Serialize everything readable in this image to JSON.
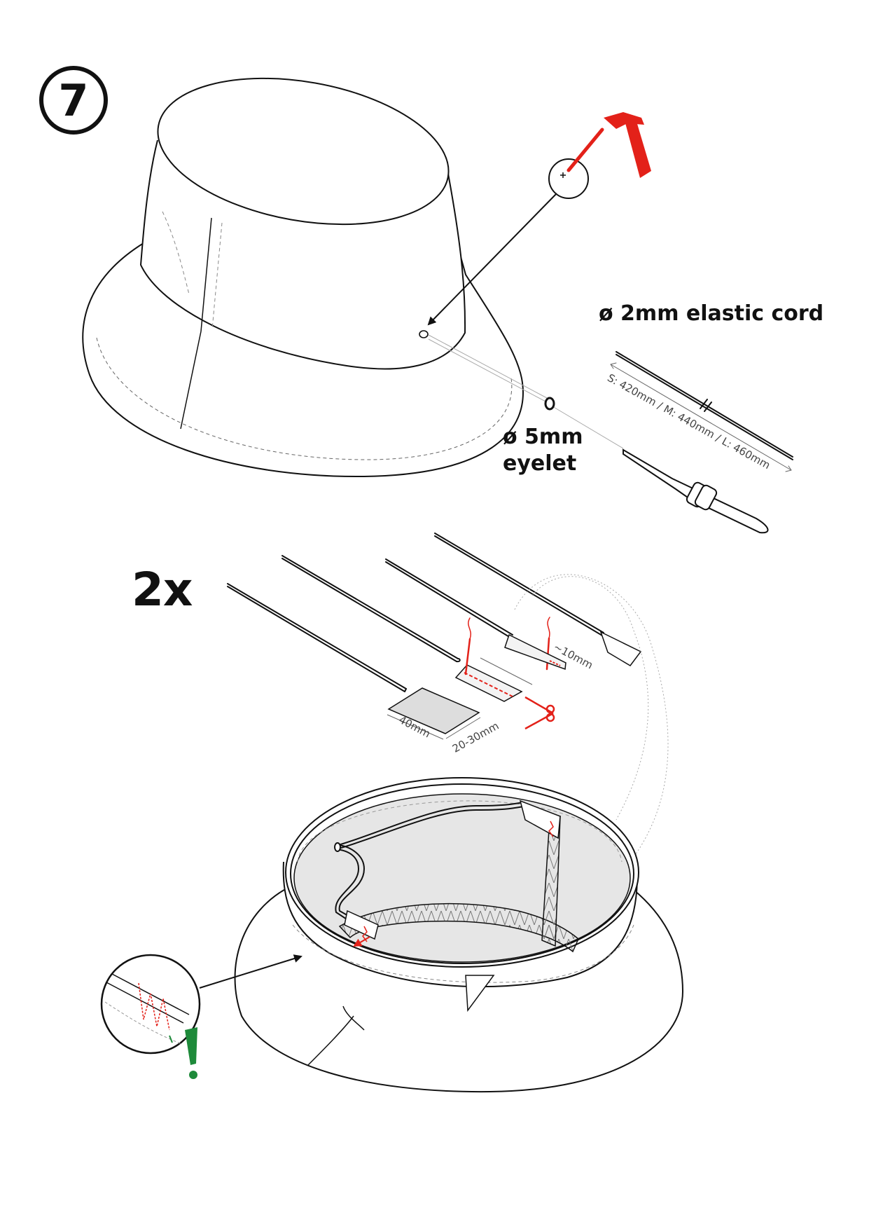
{
  "step": {
    "number": "7"
  },
  "labels": {
    "cord": "ø 2mm elastic cord",
    "cord_length": "S: 420mm / M: 440mm / L: 460mm",
    "eyelet_line1": "ø 5mm",
    "eyelet_line2": "eyelet",
    "quantity": "2x",
    "tab_fold": "~10mm",
    "tab_width": "40mm",
    "tab_height": "20-30mm"
  },
  "icons": [
    "hammer-icon",
    "awl-icon",
    "needle-icon",
    "scissors-icon",
    "warning-icon"
  ],
  "colors": {
    "line": "#111111",
    "accent_red": "#e32119",
    "warning_green": "#1e8a3a",
    "lining_gray": "#e6e6e6"
  }
}
